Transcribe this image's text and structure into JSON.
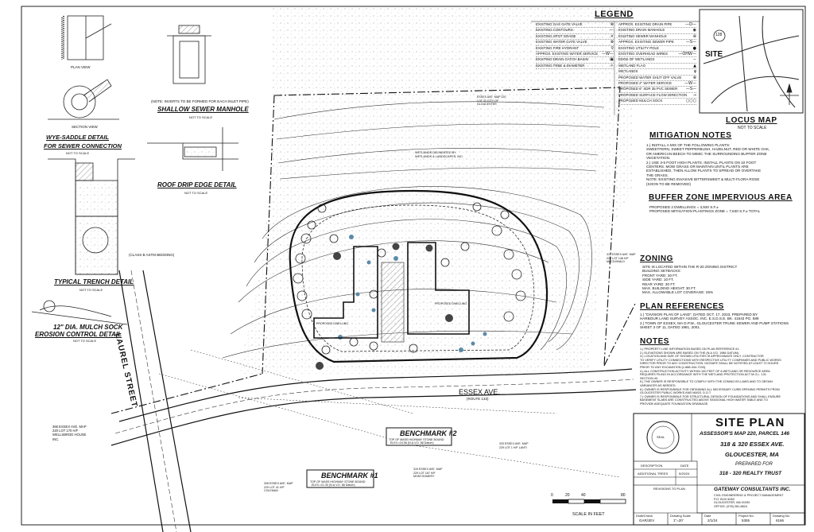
{
  "legend": {
    "title": "LEGEND",
    "left": [
      {
        "label": "EXISTING GAS GATE VALVE",
        "symbol": "⊗"
      },
      {
        "label": "EXISTING CONTOURS",
        "symbol": "—"
      },
      {
        "label": "EXISTING SPOT GRADE",
        "symbol": "×"
      },
      {
        "label": "EXISTING WATER GATE VALVE",
        "symbol": "⊗"
      },
      {
        "label": "EXISTING FIRE HYDRANT",
        "symbol": "⚲"
      },
      {
        "label": "APPROX. EXISTING WATER SERVICE",
        "symbol": "—W—"
      },
      {
        "label": "EXISTING DRAIN CATCH BASIN",
        "symbol": "▣"
      },
      {
        "label": "EXISTING TREE & DIAMETER",
        "symbol": "☼"
      }
    ],
    "right": [
      {
        "label": "APPROX. EXISTING DRAIN PIPE",
        "symbol": "—D—"
      },
      {
        "label": "EXISTING DRAIN MANHOLE",
        "symbol": "◉"
      },
      {
        "label": "EXISTING SEWER MANHOLE",
        "symbol": "⊕"
      },
      {
        "label": "APPROX. EXISTING SEWER PIPE",
        "symbol": "—S—"
      },
      {
        "label": "EXISTING UTILITY POLE",
        "symbol": "●"
      },
      {
        "label": "EXISTING OVERHEAD WIRES",
        "symbol": "—OHW—"
      },
      {
        "label": "EDGE OF WETLANDS",
        "symbol": "∼"
      },
      {
        "label": "WETLAND FLAG",
        "symbol": "▲"
      },
      {
        "label": "WETLANDS",
        "symbol": "ψ"
      },
      {
        "label": "PROPOSED WATER SHUT OFF VALVE",
        "symbol": "⊗"
      },
      {
        "label": "PROPOSED 2\" WATER SERVICE",
        "symbol": "—W—"
      },
      {
        "label": "PROPOSED 6\" SDR 35 PVC SEWER",
        "symbol": "—S—"
      },
      {
        "label": "PROPOSED SURFACE FLOW DIRECTION",
        "symbol": "→"
      },
      {
        "label": "PROPOSED MULCH SOCK",
        "symbol": "○○○"
      }
    ]
  },
  "locus": {
    "title": "LOCUS MAP",
    "scale": "NOT TO SCALE",
    "route": "128",
    "site": "SITE"
  },
  "mitigation": {
    "title": "MITIGATION NOTES",
    "lines": [
      "1.) INSTALL A MIX OF THE FOLLOWING PLANTS:",
      "SWEETFERN, SWEET PEPPERBUSH, HAZELNUT, RED OR WHITE OAK,",
      "OR AMERICAN BEECH TO MIMIC THE SURROUNDING BUFFER ZONE",
      "VEGETATION.",
      "2.) USE 3-5 FOOT HIGH PLANTS. INSTALL PLANTS ON 10 FOOT",
      "CENTERS. MOW GRASS OR MAINTAIN UNTIL PLANTS ARE",
      "ESTABLISHED, THEN ALLOW PLANTS TO SPREAD OR OVERTAKE",
      "THE GRASS.",
      "NOTE: EXISTING INVASIVE BITTERSWEET & MULTI FLORA ROSE",
      "(SOON TO BE REMOVED)"
    ]
  },
  "buffer": {
    "title": "BUFFER ZONE IMPERVIOUS AREA",
    "lines": [
      "PROPOSED 2 DWELLINGS = 3,920 S.F.±",
      "PROPOSED MITIGATION PLANTINGS ZONE = 7,840 S.F.± TOTAL"
    ]
  },
  "zoning": {
    "title": "ZONING",
    "lines": [
      "SITE IS LOCATED WITHIN THE R-20 ZONING DISTRICT",
      "BUILDING SETBACKS:",
      "FRONT YARD: 30 FT.",
      "SIDE YARD: 10 FT.",
      "REAR YARD: 30 FT.",
      "MAX. BUILDING HEIGHT: 30 FT.",
      "MAX. ALLOWABLE LOT COVERAGE: 25%"
    ]
  },
  "plan_refs": {
    "title": "PLAN REFERENCES",
    "lines": [
      "1.) \"DIVISION PLAN OF LAND\", DATED OCT. 17, 2023, PREPARED BY",
      "HARBOUR LAND SURVEY ASSOC. INC. E.S.D.S.E. BK. 41643 PG. 589",
      "2.) TOWN OF ESSEX, MA D.P.W., GLOUCESTER TRUNK SEWER AND PUMP STATIONS",
      "SHEET 3 OF 11, DATED 1981, 2001."
    ]
  },
  "notes": {
    "title": "NOTES",
    "lines": [
      "1.) PROPERTY LINE INFORMATION BASED ON PLAN REFERENCE #1.",
      "2.) ELEVATIONS SHOWN ARE BASED ON THE (N.A.V.D. 1988 DATUM).",
      "3.) LOCATION AND SIZE OF SHOWN UTILITIES IS APPROXIMATE ONLY. CONTRACTOR",
      "TO VERIFY UTILITY CONNECTIONS WITH RESPECTIVE UTILITY COMPANIES AND PUBLIC WORKS",
      "DIRECTOR PRIOR TO ANY CONSTRUCTION. DIGSAFE SHALL BE NOTIFIED AT LEAST 72 HOURS",
      "PRIOR TO ANY EXCAVATION (1-888-344-7233).",
      "4.) ALL CONSTRUCTION ACTIVITY WITHIN 100 FEET OF A WETLAND OR RESOURCE AREA",
      "REQUIRES FILING IN ACCORDANCE WITH THE WETLAND PROTECTION ACT M.G.L. 131",
      "SECTION 40.",
      "5.) THE OWNER IS RESPONSIBLE TO COMPLY WITH THE ZONING BY-LAWS AND TO OBTAIN",
      "VARIANCES AS NEEDED.",
      "6.) OWNER IS RESPONSIBLE FOR OBTAINING ALL NECESSARY CURB OPENING PERMITS FROM",
      "GLOUCESTER PUBLIC WORKS AND MASS. D.O.T.",
      "7.) OWNER IS RESPONSIBLE FOR STRUCTURAL DESIGN OF FOUNDATIONS AND SHALL ENSURE",
      "BASEMENT SLABS ARE CONSTRUCTED ABOVE SEASONAL HIGH WATER TABLE AND TO",
      "PROVIDE ADEQUATE FOUNDATION DRAINAGE."
    ]
  },
  "title_block": {
    "title": "SITE PLAN",
    "assessor": "ASSESSOR'S MAP 220, PARCEL 146",
    "address": "318 & 320 ESSEX AVE.",
    "city": "GLOUCESTER, MA",
    "prepared_for": "PREPARED FOR",
    "client": "318 - 320 REALTY TRUST",
    "revisions_heading": "REVISIONS TO PLAN",
    "rev_cols": [
      "DESCRIPTION",
      "DATE"
    ],
    "rev_rows": [
      [
        "ADDITIONAL TREES",
        "5/20/24"
      ]
    ],
    "firm": "GATEWAY CONSULTANTS INC.",
    "firm_lines": [
      "CIVIL ENGINEERING & PROJECT MANAGEMENT",
      "P.O. BOX 6083",
      "GLOUCESTER, MA 01930",
      "OFFICE: (978) 281-8824"
    ],
    "stamp": "SEAL",
    "footer": [
      {
        "label": "Draft/Check",
        "value": "GAR/JEV"
      },
      {
        "label": "Drawing Scale",
        "value": "1\"=20'"
      },
      {
        "label": "Date",
        "value": "2/1/24"
      },
      {
        "label": "Project No.",
        "value": "5355"
      },
      {
        "label": "Drawing No.",
        "value": "6166"
      }
    ]
  },
  "details": {
    "wye_title": "WYE-SADDLE DETAIL",
    "wye_title2": "FOR SEWER CONNECTION",
    "wye_scale": "NOT TO SCALE",
    "plan_view": "PLAN VIEW",
    "section_view": "SECTION VIEW",
    "manhole_note": "(NOTE: INVERTS TO BE FORMED FOR EACH INLET PIPE)",
    "manhole_title": "SHALLOW SEWER MANHOLE",
    "manhole_scale": "NOT TO SCALE",
    "roof_title": "ROOF DRIP EDGE DETAIL",
    "roof_scale": "NOT TO SCALE",
    "trench_title": "TYPICAL TRENCH DETAIL",
    "trench_scale": "NOT TO SCALE",
    "bedding": "(CLASS B ASTM BEDDING)",
    "sock_title1": "12\" DIA. MULCH SOCK",
    "sock_title2": "EROSION CONTROL DETAIL",
    "sock_scale": "NOT TO SCALE"
  },
  "site": {
    "laurel": "LAUREL STREET",
    "essex": "ESSEX AVE.",
    "route": "(ROUTE 133)",
    "bm1_title": "BENCHMARK #1",
    "bm1_text": "TOP OF MASS HIGHWAY STONE BOUND",
    "bm1_elev": "ELEV.=21.30 (N.A.V.D. 88 Datum)",
    "bm2_title": "BENCHMARK #2",
    "bm2_text": "TOP OF MASS HIGHWAY STONE BOUND",
    "bm2_elev": "ELEV.=24.56 (N.A.V.D. 88 Datum)",
    "dwelling1": "PROPOSED DWELLING",
    "dwelling2": "PROPOSED DWELLING",
    "wetlands": "WETLANDS DELINEATED BY WETLANDS & LANDSCAPES, INC.",
    "abutter_top": "ESSEX AVE. MAP 220 LOT 32 CITY OF GLOUCESTER",
    "abutter_right": "314 ESSEX AVE. MAP 220 LOT 148 H/F MACDONALD",
    "abutter_left": "366 ESSEX AVE. MAP 220 LOT 170 H/F WELLSBROD HOUSE INC.",
    "abutter_b1": "328 ESSEX AVE. MAP 229 LOT 41 H/F COLEMAN",
    "abutter_b2": "319 ESSEX AVE. MAP 229 LOT 167 H/F MONTGOMERY",
    "abutter_b3": "333 ESSEX AVE. MAP 229 LOT 1 H/F LANTI",
    "scale_label": "SCALE IN FEET",
    "scale_ticks": [
      "0",
      "20",
      "40",
      "80"
    ]
  }
}
